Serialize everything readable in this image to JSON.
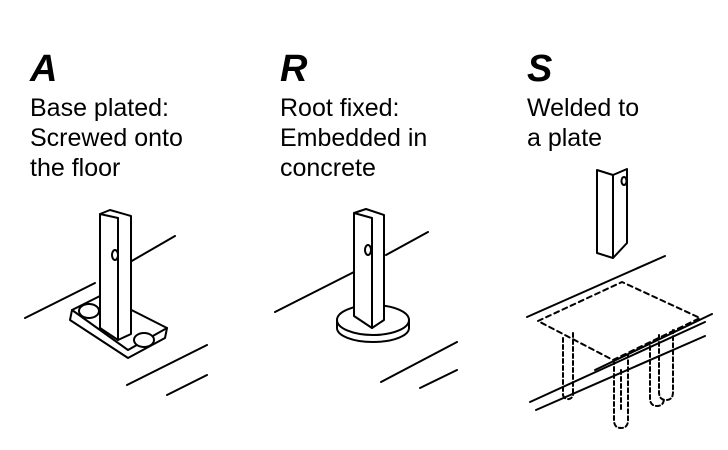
{
  "panels": [
    {
      "letter": "A",
      "lines": [
        "Base plated:",
        "Screwed onto",
        "the floor"
      ]
    },
    {
      "letter": "R",
      "lines": [
        "Root fixed:",
        "Embedded in",
        "concrete"
      ]
    },
    {
      "letter": "S",
      "lines": [
        "Welded to",
        "a plate"
      ]
    }
  ],
  "colors": {
    "ink": "#000000",
    "paper": "#ffffff"
  }
}
